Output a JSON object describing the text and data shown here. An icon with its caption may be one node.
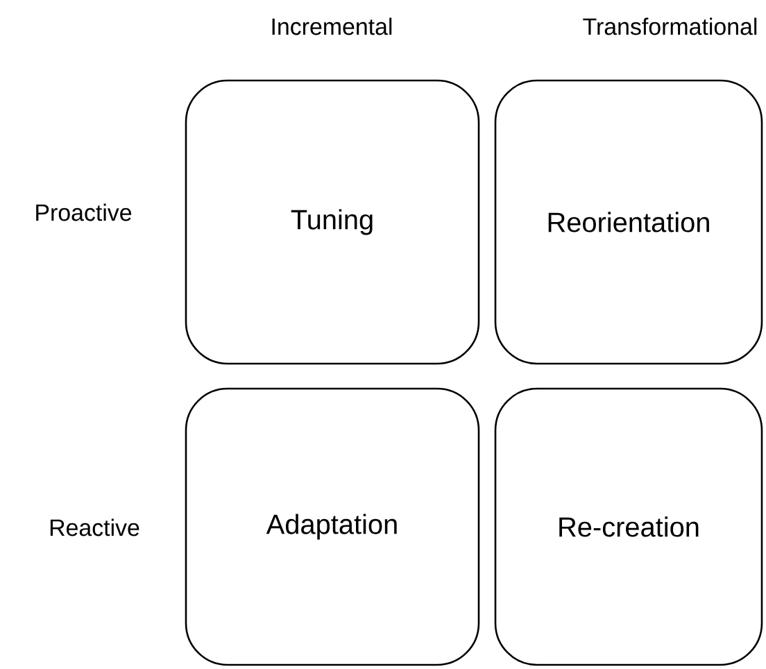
{
  "diagram": {
    "nodes": [
      {
        "text": [
          "Tuning"
        ]
      },
      {
        "text": [
          "Reorientation"
        ]
      },
      {
        "text": [
          "Adaptation"
        ]
      },
      {
        "text": [
          "Re-creation"
        ]
      }
    ],
    "labels": [
      "Incremental",
      "Transformational",
      "Proactive",
      "Reactive"
    ]
  }
}
